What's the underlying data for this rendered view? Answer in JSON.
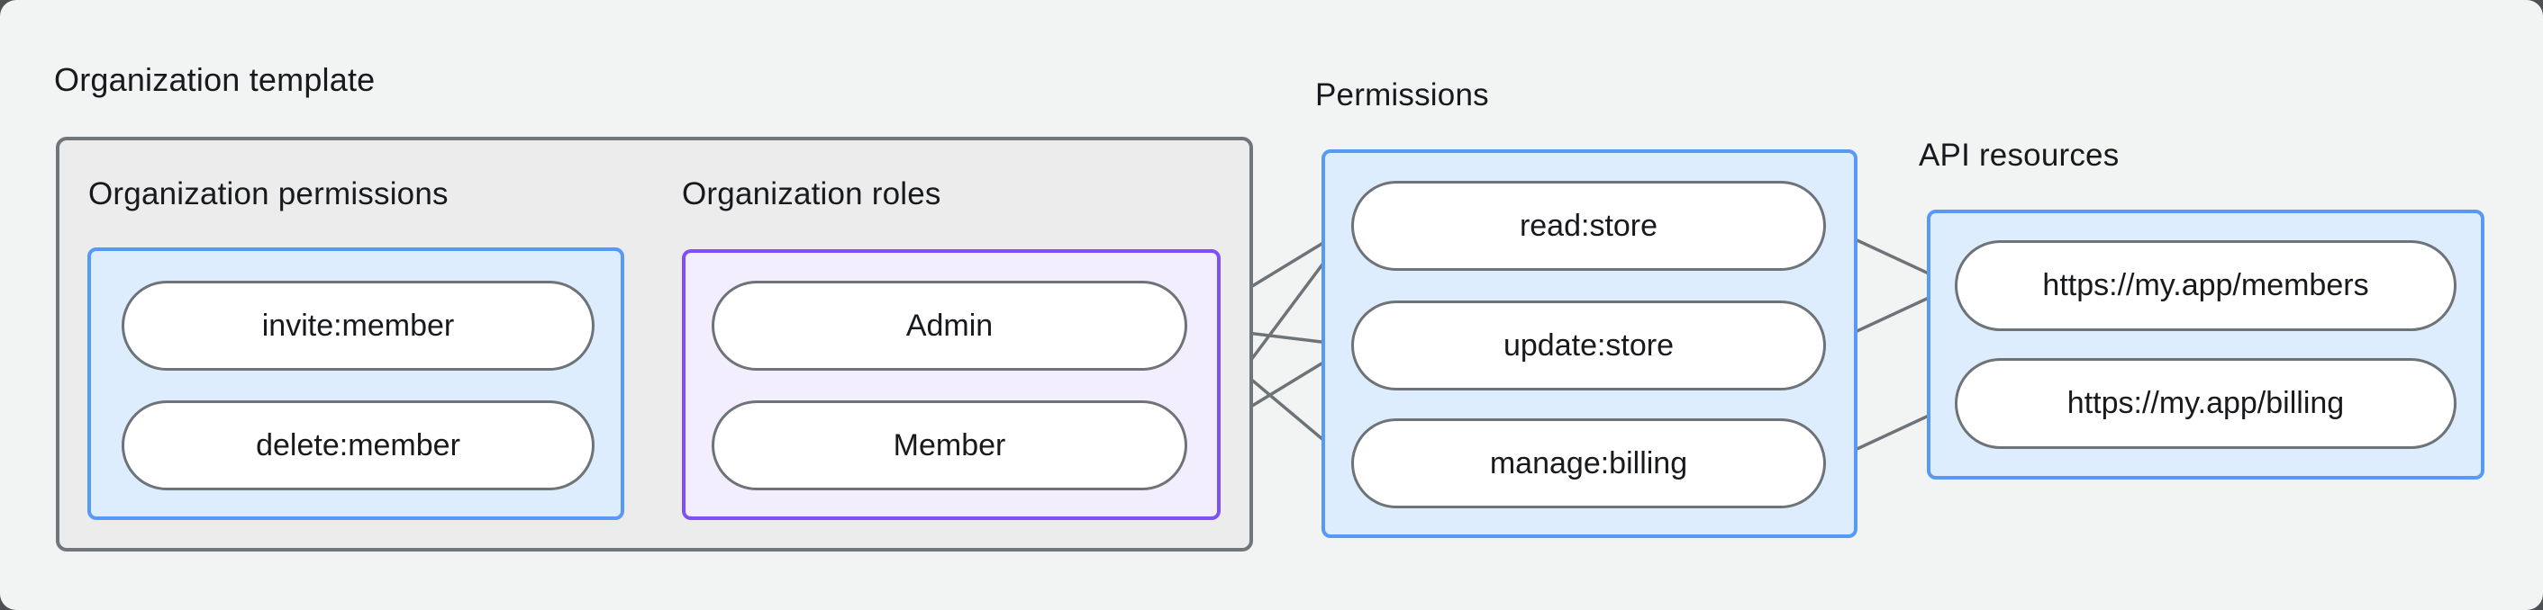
{
  "title": "Organization template",
  "groups": {
    "org_permissions": {
      "label": "Organization permissions"
    },
    "org_roles": {
      "label": "Organization roles"
    },
    "permissions": {
      "label": "Permissions"
    },
    "api_resources": {
      "label": "API resources"
    }
  },
  "nodes": {
    "invite": {
      "label": "invite:member"
    },
    "delete": {
      "label": "delete:member"
    },
    "admin": {
      "label": "Admin"
    },
    "member": {
      "label": "Member"
    },
    "read": {
      "label": "read:store"
    },
    "update": {
      "label": "update:store"
    },
    "manage": {
      "label": "manage:billing"
    },
    "members_api": {
      "label": "https://my.app/members"
    },
    "billing_api": {
      "label": "https://my.app/billing"
    }
  },
  "edges": [
    [
      "invite",
      "admin"
    ],
    [
      "invite",
      "member"
    ],
    [
      "delete",
      "member"
    ],
    [
      "admin",
      "read"
    ],
    [
      "admin",
      "update"
    ],
    [
      "admin",
      "manage"
    ],
    [
      "member",
      "read"
    ],
    [
      "member",
      "update"
    ],
    [
      "read",
      "members_api"
    ],
    [
      "update",
      "members_api"
    ],
    [
      "manage",
      "billing_api"
    ]
  ],
  "dots": [
    [
      "invite",
      "right"
    ],
    [
      "delete",
      "right"
    ],
    [
      "read",
      "left"
    ],
    [
      "update",
      "left"
    ],
    [
      "manage",
      "left"
    ],
    [
      "members_api",
      "left"
    ],
    [
      "billing_api",
      "left"
    ]
  ],
  "colors": {
    "background": "#f2f4f4",
    "org_frame_fill": "#ececed",
    "org_frame_border": "#71767a",
    "blue_fill": "#deedfd",
    "blue_border": "#579af6",
    "purple_fill": "#f3eefd",
    "purple_border": "#7f50f3",
    "line_gray": "#6d7377",
    "text": "#17191c"
  }
}
